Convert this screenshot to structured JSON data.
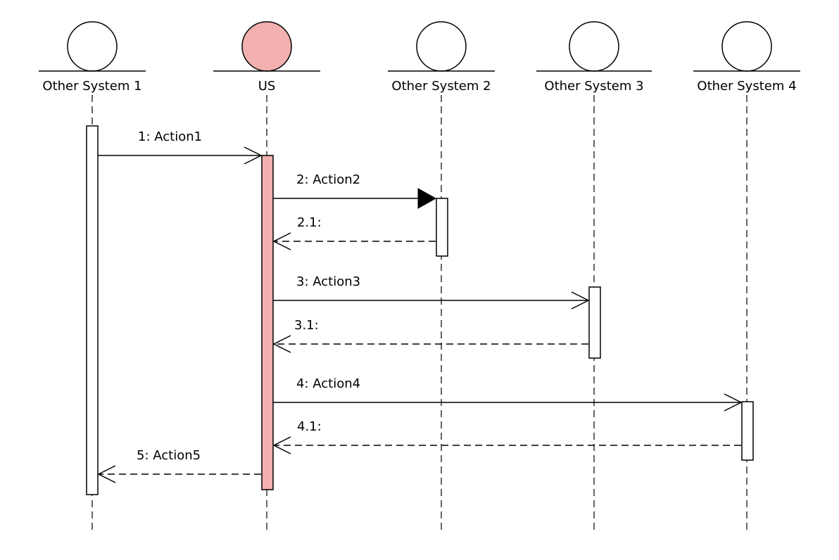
{
  "diagram": {
    "type": "sequence",
    "participants": [
      {
        "id": "p1",
        "label": "Other System 1",
        "highlight": false
      },
      {
        "id": "p2",
        "label": "US",
        "highlight": true
      },
      {
        "id": "p3",
        "label": "Other System 2",
        "highlight": false
      },
      {
        "id": "p4",
        "label": "Other System 3",
        "highlight": false
      },
      {
        "id": "p5",
        "label": "Other System 4",
        "highlight": false
      }
    ],
    "messages": [
      {
        "label": "1: Action1",
        "from": "p1",
        "to": "p2",
        "kind": "call"
      },
      {
        "label": "2: Action2",
        "from": "p2",
        "to": "p3",
        "kind": "sync"
      },
      {
        "label": "2.1:",
        "from": "p3",
        "to": "p2",
        "kind": "return"
      },
      {
        "label": "3: Action3",
        "from": "p2",
        "to": "p4",
        "kind": "call"
      },
      {
        "label": "3.1:",
        "from": "p4",
        "to": "p2",
        "kind": "return"
      },
      {
        "label": "4: Action4",
        "from": "p2",
        "to": "p5",
        "kind": "call"
      },
      {
        "label": "4.1:",
        "from": "p5",
        "to": "p2",
        "kind": "return"
      },
      {
        "label": "5: Action5",
        "from": "p2",
        "to": "p1",
        "kind": "return"
      }
    ],
    "colors": {
      "highlight_fill": "#f2b0ae",
      "stroke": "#000000",
      "background": "#ffffff"
    }
  }
}
